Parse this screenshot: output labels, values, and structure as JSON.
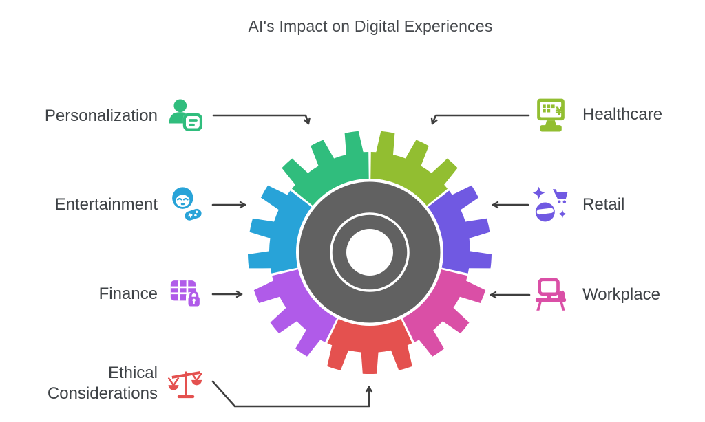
{
  "title": "AI's Impact on Digital Experiences",
  "colors": {
    "background": "#ffffff",
    "center": "#616161",
    "hub_hole": "#ffffff",
    "connector": "#3e3e3e",
    "label_text": "#3e4246"
  },
  "gear": {
    "order": [
      "healthcare",
      "retail",
      "workplace",
      "ethical",
      "finance",
      "entertainment",
      "personalization"
    ],
    "segments": 7,
    "teeth_per_segment": 3
  },
  "sections": [
    {
      "id": "personalization",
      "label": "Personalization",
      "color": "#30BD7D",
      "icon": "person-card-icon",
      "side": "left"
    },
    {
      "id": "entertainment",
      "label": "Entertainment",
      "color": "#28A3D8",
      "icon": "face-gamepad-icon",
      "side": "left"
    },
    {
      "id": "finance",
      "label": "Finance",
      "color": "#B05BE9",
      "icon": "table-lock-icon",
      "side": "left"
    },
    {
      "id": "ethical",
      "label": "Ethical Considerations",
      "color": "#E4514F",
      "icon": "balance-scale-icon",
      "side": "left"
    },
    {
      "id": "healthcare",
      "label": "Healthcare",
      "color": "#92BE31",
      "icon": "monitor-kiosk-icon",
      "side": "right"
    },
    {
      "id": "retail",
      "label": "Retail",
      "color": "#7059E2",
      "icon": "cart-sphere-icon",
      "side": "right"
    },
    {
      "id": "workplace",
      "label": "Workplace",
      "color": "#DA4FA6",
      "icon": "desk-monitor-icon",
      "side": "right"
    }
  ]
}
